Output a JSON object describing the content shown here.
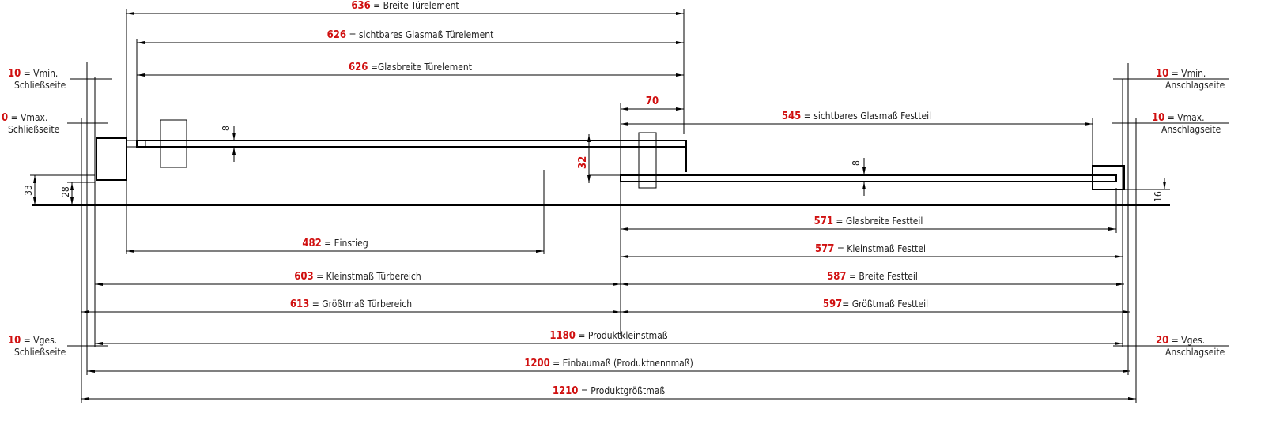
{
  "dimensions": [
    {
      "value": "636",
      "label": " = Breite Türelement"
    },
    {
      "value": "626",
      "label": " = sichtbares Glasmaß Türelement"
    },
    {
      "value": "626",
      "label": " =Glasbreite Türelement"
    },
    {
      "value": "70",
      "label": ""
    },
    {
      "value": "545",
      "label": " = sichtbares Glasmaß Festteil"
    },
    {
      "value": "571",
      "label": " = Glasbreite Festteil"
    },
    {
      "value": "577",
      "label": " = Kleinstmaß Festteil"
    },
    {
      "value": "482",
      "label": " = Einstieg"
    },
    {
      "value": "603",
      "label": "  = Kleinstmaß Türbereich"
    },
    {
      "value": "587",
      "label": " = Breite Festteil"
    },
    {
      "value": "613",
      "label": " = Größtmaß Türbereich"
    },
    {
      "value": "597",
      "label": "= Größtmaß Festteil"
    },
    {
      "value": "1180",
      "label": "  = Produktkleinstmaß"
    },
    {
      "value": "1200",
      "label": "  = Einbaumaß (Produktnennmaß)"
    },
    {
      "value": "1210",
      "label": " = Produktgrößtmaß"
    }
  ],
  "side_notes": [
    {
      "value": "10",
      "label": " = Vmin.",
      "sub": "Schließseite"
    },
    {
      "value": "0",
      "label": " = Vmax.",
      "sub": "Schließseite"
    },
    {
      "value": "10",
      "label": " = Vmin.",
      "sub": "Anschlagseite"
    },
    {
      "value": "10",
      "label": " = Vmax.",
      "sub": "Anschlagseite"
    },
    {
      "value": "10",
      "label": " = Vges.",
      "sub": "Schließseite"
    },
    {
      "value": "20",
      "label": " = Vges.",
      "sub": "Anschlagseite"
    }
  ],
  "small_dims": {
    "glass_door": "8",
    "glass_fixed": "8",
    "h33": "33",
    "h28": "28",
    "h32": "32",
    "h16": "16"
  }
}
